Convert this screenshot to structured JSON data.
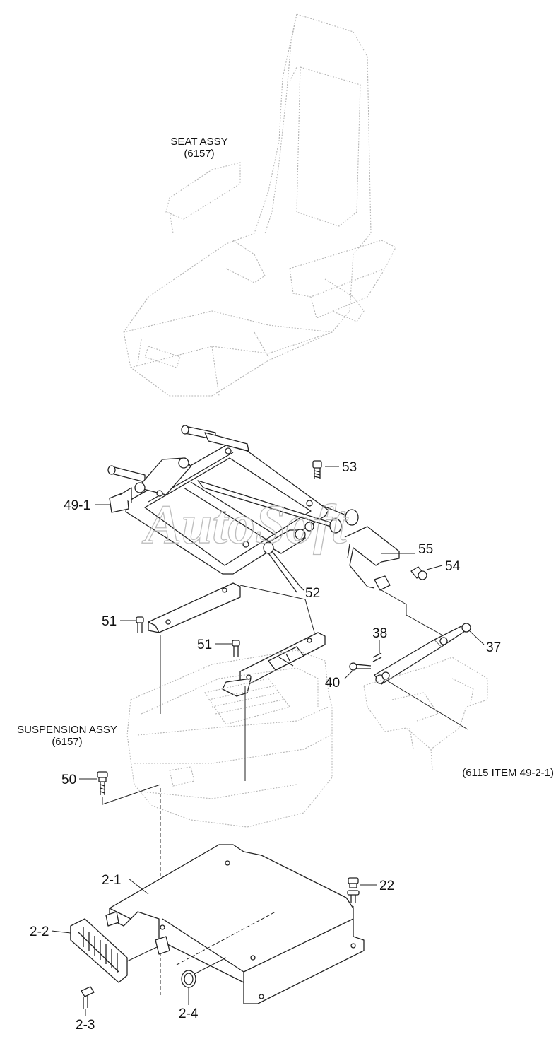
{
  "watermark": "AutoSoft",
  "assemblies": {
    "seat_title": "SEAT ASSY",
    "seat_ref": "(6157)",
    "suspension_title": "SUSPENSION ASSY",
    "suspension_ref": "(6157)",
    "ref_note": "(6115 ITEM 49-2-1)"
  },
  "callouts": {
    "c53": "53",
    "c49_1": "49-1",
    "c55": "55",
    "c54": "54",
    "c52": "52",
    "c51a": "51",
    "c51b": "51",
    "c38": "38",
    "c37": "37",
    "c40": "40",
    "c50": "50",
    "c2_1": "2-1",
    "c22": "22",
    "c2_2": "2-2",
    "c2_3": "2-3",
    "c2_4": "2-4"
  }
}
